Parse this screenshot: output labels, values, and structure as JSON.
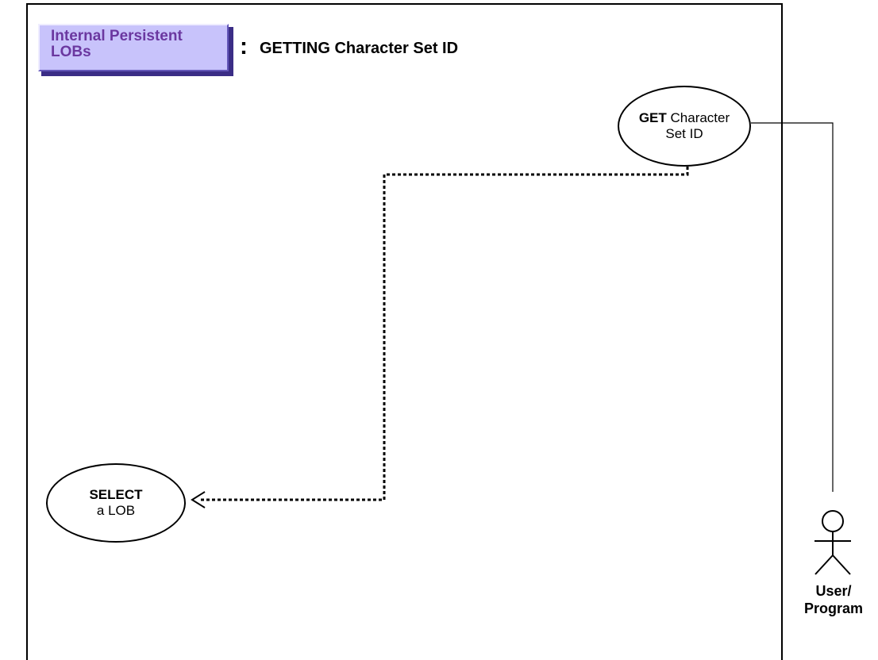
{
  "header": {
    "category_tag": "Internal Persistent LOBs",
    "separator": ":",
    "title": "GETTING Character Set ID"
  },
  "use_cases": {
    "get_charset": {
      "verb": "GET",
      "rest_line1": " Character",
      "line2": "Set ID"
    },
    "select_lob": {
      "verb": "SELECT",
      "line2": "a LOB"
    }
  },
  "actor": {
    "label_line1": "User/",
    "label_line2": "Program"
  },
  "colors": {
    "tag_fill": "#c8c3fb",
    "tag_text": "#6b38a0",
    "tag_shadow": "#3b2d86"
  },
  "icons": {
    "actor": "stick-figure-icon",
    "dependency_arrow": "open-arrowhead-icon"
  }
}
